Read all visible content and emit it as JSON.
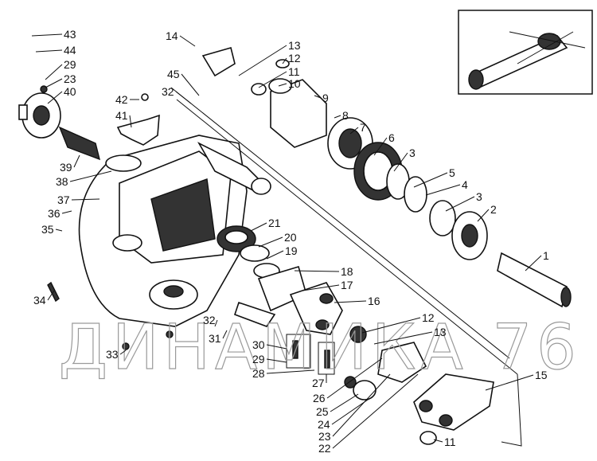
{
  "watermark": "ДИНАМИКА 76",
  "callouts": [
    "43",
    "44",
    "29",
    "23",
    "40",
    "42",
    "41",
    "39",
    "38",
    "37",
    "36",
    "35",
    "34",
    "14",
    "45",
    "32",
    "13",
    "12",
    "11",
    "10",
    "9",
    "8",
    "7",
    "6",
    "3",
    "5",
    "4",
    "3",
    "2",
    "1",
    "21",
    "20",
    "19",
    "18",
    "17",
    "16",
    "12",
    "13",
    "32",
    "31",
    "30",
    "29",
    "28",
    "27",
    "26",
    "25",
    "24",
    "23",
    "22",
    "33",
    "15",
    "11"
  ]
}
